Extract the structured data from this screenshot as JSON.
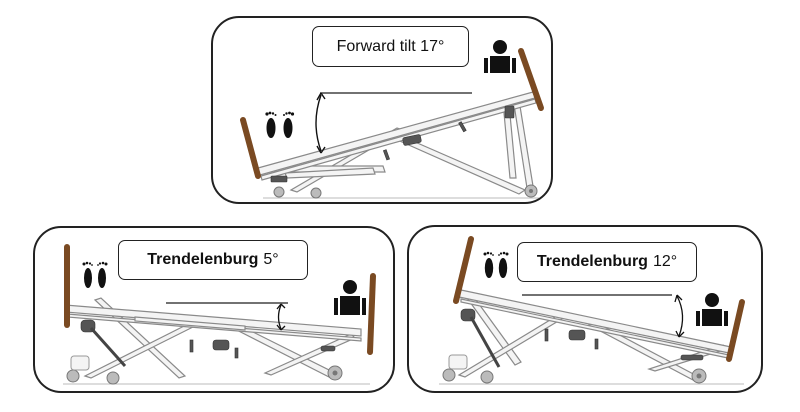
{
  "figure": {
    "description": "Hospital bed tilt positions",
    "colors": {
      "frame_stroke": "#8a8a8a",
      "frame_fill": "#f4f4f4",
      "headboard": "#7a4a22",
      "motor": "#555555",
      "icon": "#111111",
      "border": "#222222"
    },
    "panels": [
      {
        "id": "forward-tilt",
        "label_bold": "",
        "label_regular": "Forward tilt 17°",
        "angle_deg": 17,
        "feet_icon": "footprints-icon",
        "head_icon": "person-icon",
        "arrow_icon": "angle-arrow-icon"
      },
      {
        "id": "trendelenburg-5",
        "label_bold": "Trendelenburg",
        "label_regular": "5°",
        "angle_deg": 5,
        "feet_icon": "footprints-icon",
        "head_icon": "person-icon",
        "arrow_icon": "angle-arrow-icon"
      },
      {
        "id": "trendelenburg-12",
        "label_bold": "Trendelenburg",
        "label_regular": "12°",
        "angle_deg": 12,
        "feet_icon": "footprints-icon",
        "head_icon": "person-icon",
        "arrow_icon": "angle-arrow-icon"
      }
    ]
  }
}
